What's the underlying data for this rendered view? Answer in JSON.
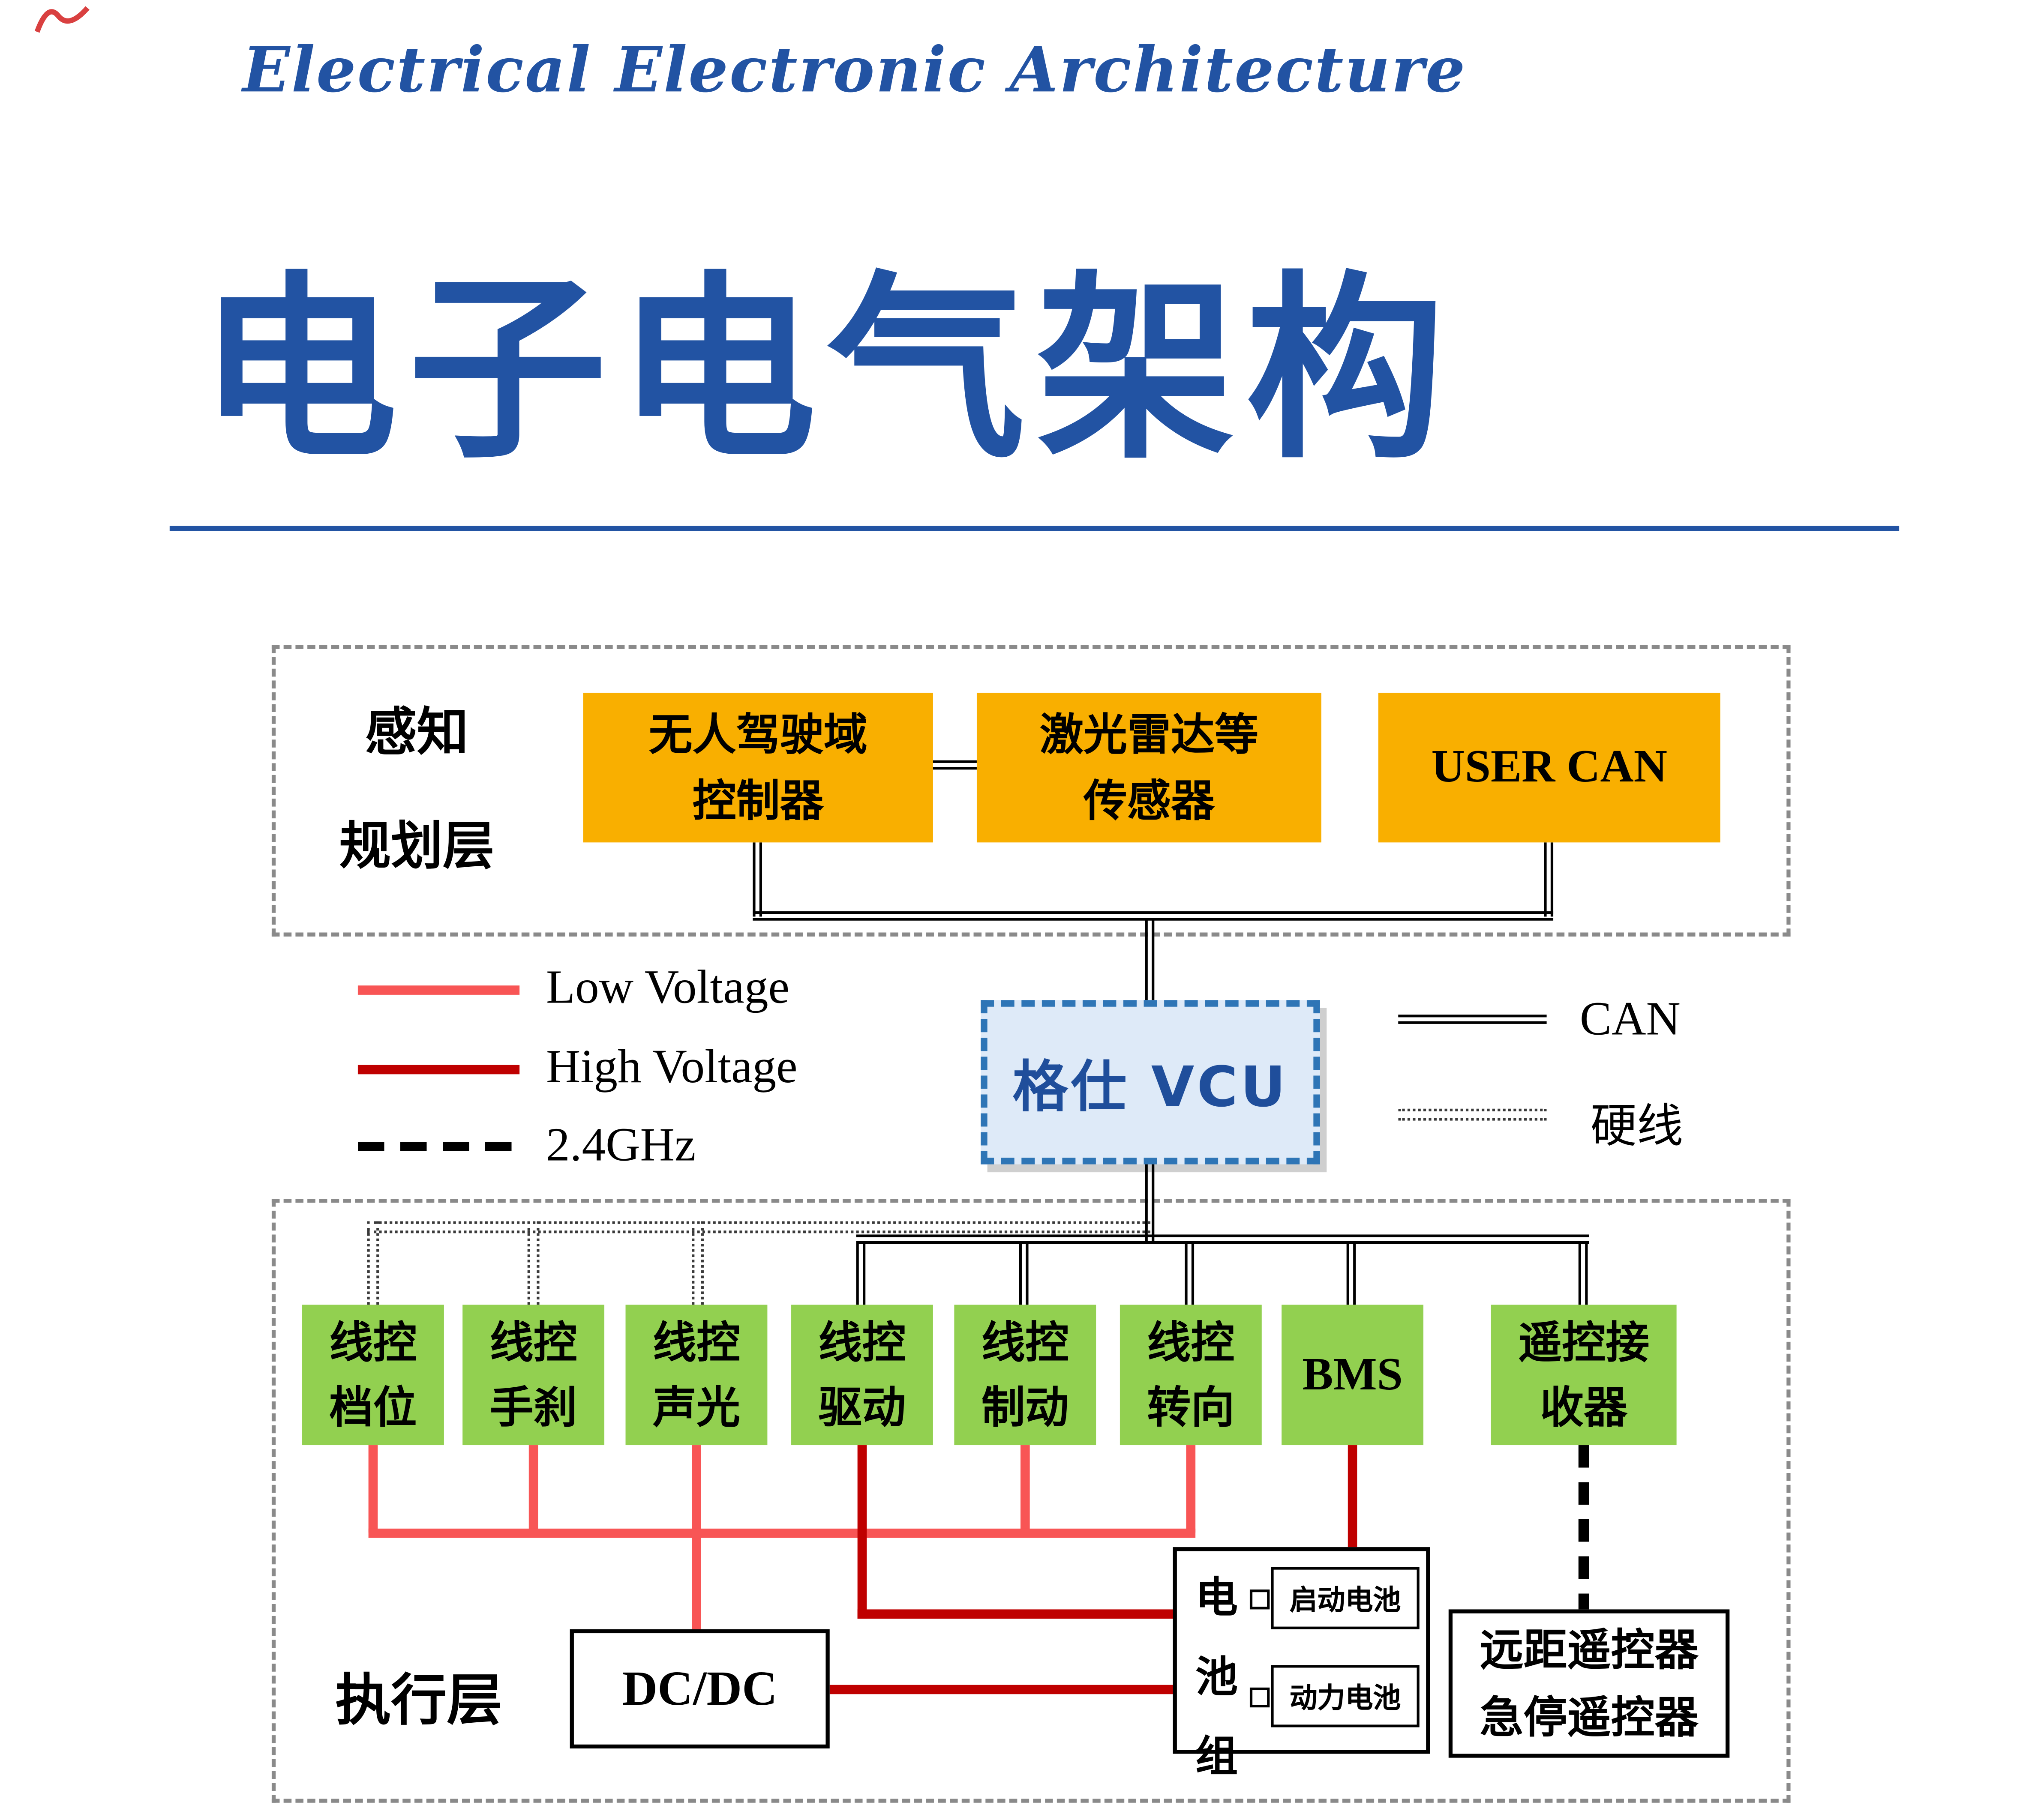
{
  "colors": {
    "title_blue": "#2253A3",
    "orange": "#F9AF00",
    "green": "#92D050",
    "low_voltage_red": "#F85555",
    "high_voltage_red": "#BF0000",
    "vcu_fill": "#DEEAF8",
    "vcu_border": "#2E75B6"
  },
  "header": {
    "script_title": "Electrical Electronic Architecture",
    "main_title": "电子电气架构"
  },
  "perception_layer": {
    "label_line1": "感知",
    "label_line2": "规划层",
    "boxes": {
      "adas_controller": {
        "line1": "无人驾驶域",
        "line2": "控制器"
      },
      "lidar_sensors": {
        "line1": "激光雷达等",
        "line2": "传感器"
      },
      "user_can": {
        "label": "USER CAN"
      }
    }
  },
  "legend": {
    "low_voltage": "Low Voltage",
    "high_voltage": "High Voltage",
    "wireless": "2.4GHz",
    "can": "CAN",
    "hard_wire": "硬线"
  },
  "vcu": {
    "label": "格仕 VCU"
  },
  "execution_layer": {
    "label": "执行层",
    "nodes": {
      "gear": {
        "line1": "线控",
        "line2": "档位"
      },
      "handbrake": {
        "line1": "线控",
        "line2": "手刹"
      },
      "sound_light": {
        "line1": "线控",
        "line2": "声光"
      },
      "drive": {
        "line1": "线控",
        "line2": "驱动"
      },
      "brake": {
        "line1": "线控",
        "line2": "制动"
      },
      "steering": {
        "line1": "线控",
        "line2": "转向"
      },
      "bms": {
        "label": "BMS"
      },
      "remote_receiver": {
        "line1": "遥控接",
        "line2": "收器"
      }
    },
    "dcdc": {
      "label": "DC/DC"
    },
    "battery_pack": {
      "char1": "电",
      "char2": "池",
      "char3": "组",
      "starter_battery": "启动电池",
      "power_battery": "动力电池"
    },
    "remote_controller": {
      "line1": "远距遥控器",
      "line2": "急停遥控器"
    }
  }
}
